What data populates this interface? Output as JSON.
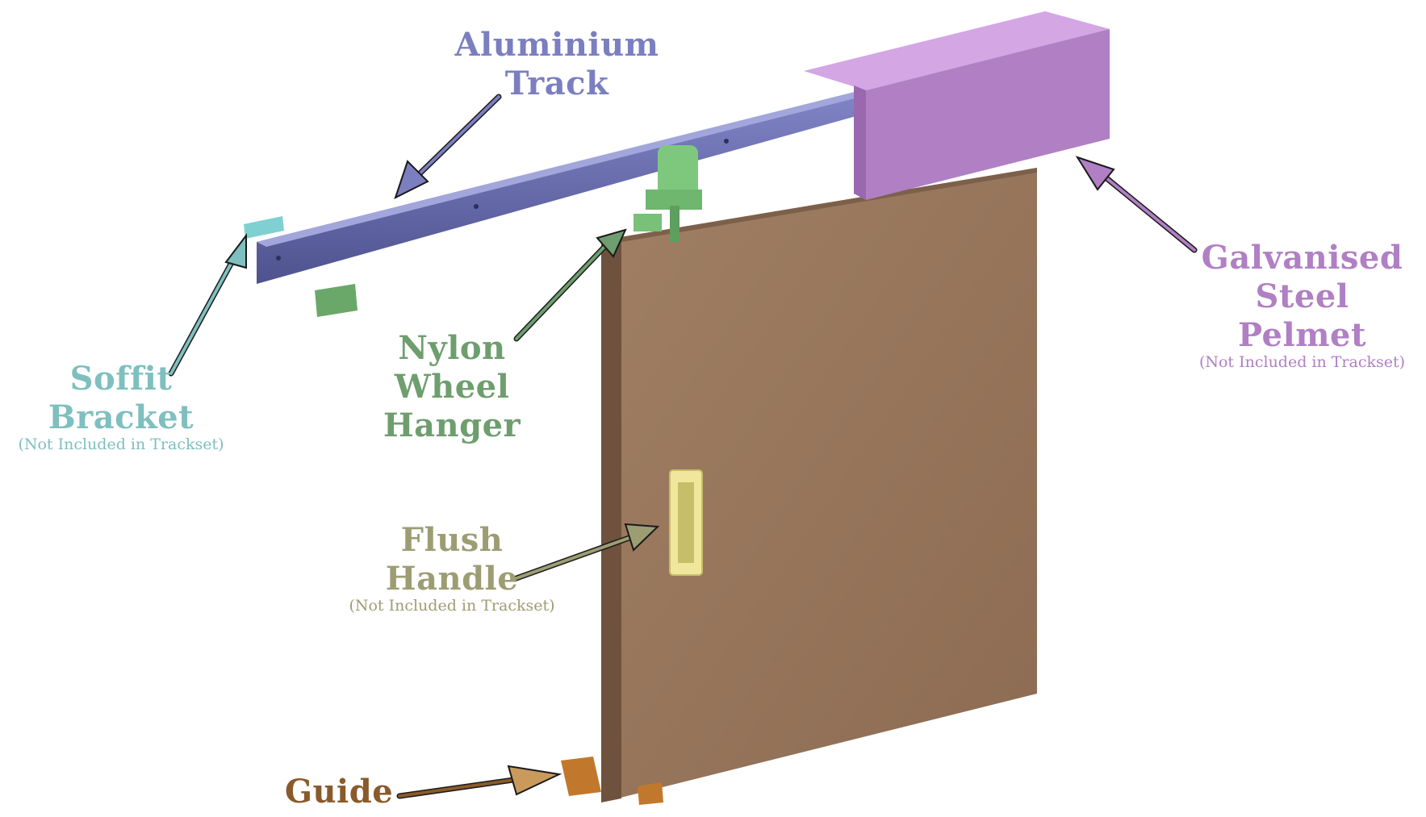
{
  "title": "Sliding Door Trackset Components",
  "colors": {
    "track": "#7b7fc0",
    "bracket": "#7fbfbf",
    "hanger": "#6e9e6e",
    "pelmet": "#b07fc4",
    "handle": "#9d9d74",
    "guide": "#8a5a2a"
  },
  "labels": {
    "track": {
      "lines": [
        "Aluminium",
        "Track"
      ]
    },
    "bracket": {
      "lines": [
        "Soffit",
        "Bracket"
      ],
      "note": "(Not Included in Trackset)"
    },
    "hanger": {
      "lines": [
        "Nylon",
        "Wheel",
        "Hanger"
      ]
    },
    "pelmet": {
      "lines": [
        "Galvanised",
        "Steel",
        "Pelmet"
      ],
      "note": "(Not Included in Trackset)"
    },
    "handle": {
      "lines": [
        "Flush",
        "Handle"
      ],
      "note": "(Not Included in Trackset)"
    },
    "guide": {
      "lines": [
        "Guide"
      ]
    }
  }
}
